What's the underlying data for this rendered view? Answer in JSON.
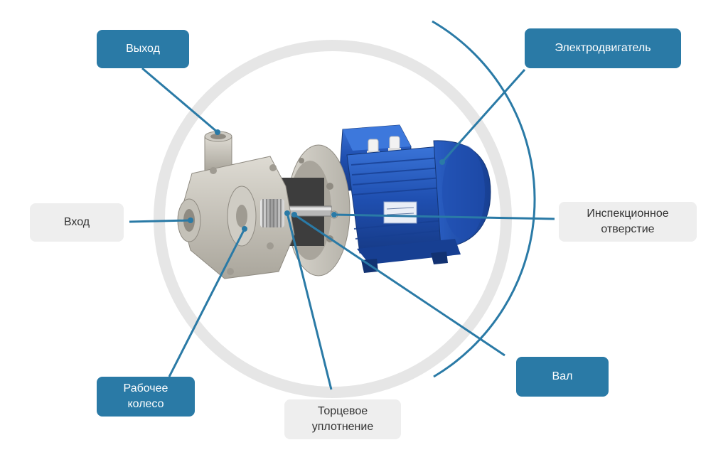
{
  "colors": {
    "label_blue": "#2a7aa6",
    "label_gray": "#eeeeee",
    "leader_line": "#2a7aa6",
    "ring": "#e6e6e6",
    "motor": "#1f4fb0",
    "flange": "#c9c6bf",
    "housing": "#c4c1b8"
  },
  "labels": {
    "outlet": "Выход",
    "inlet": "Вход",
    "impeller": "Рабочее\nколесо",
    "mechanical_seal": "Торцевое\nуплотнение",
    "shaft": "Вал",
    "inspection_hole": "Инспекционное\nотверстие",
    "electric_motor": "Электродвигатель"
  }
}
